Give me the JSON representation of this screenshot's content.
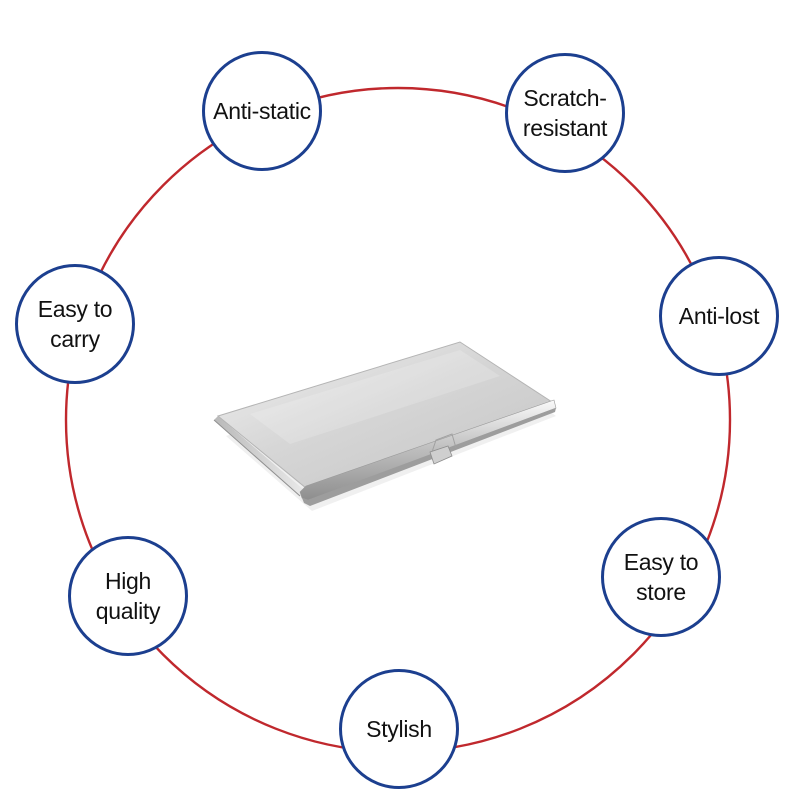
{
  "colors": {
    "ring": "#c0282d",
    "circle_border": "#1c3f8f",
    "circle_fill": "#ffffff",
    "label_text": "#111111",
    "product_metal_light": "#e6e6e6",
    "product_metal_dark": "#a8a8a8"
  },
  "product": {
    "icon": "business-card-case-icon"
  },
  "features": [
    {
      "id": "anti-static",
      "label": "Anti-static"
    },
    {
      "id": "scratch-resistant",
      "label": "Scratch-\nresistant"
    },
    {
      "id": "anti-lost",
      "label": "Anti-lost"
    },
    {
      "id": "easy-to-store",
      "label": "Easy to\nstore"
    },
    {
      "id": "stylish",
      "label": "Stylish"
    },
    {
      "id": "high-quality",
      "label": "High\nquality"
    },
    {
      "id": "easy-to-carry",
      "label": "Easy to\ncarry"
    }
  ]
}
